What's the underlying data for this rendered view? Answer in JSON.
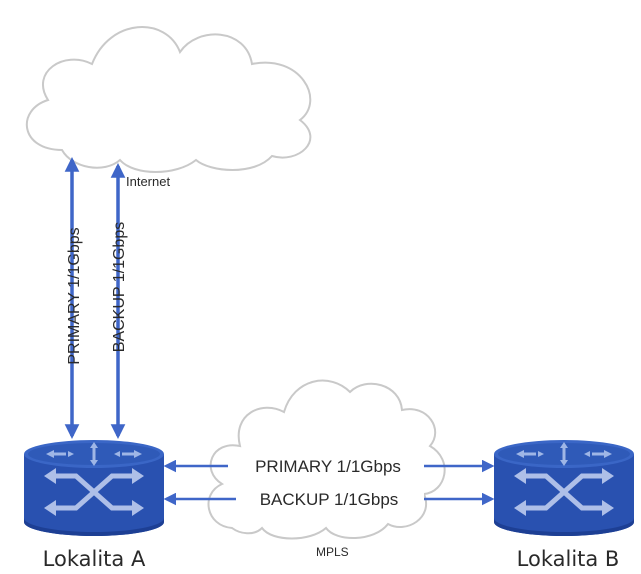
{
  "diagram": {
    "internet_cloud": {
      "label": "Internet"
    },
    "mpls_cloud": {
      "label": "MPLS"
    },
    "uplinks": {
      "primary": {
        "label": "PRIMARY 1/1Gbps"
      },
      "backup": {
        "label": "BACKUP 1/1Gbps"
      }
    },
    "mpls_links": {
      "primary": {
        "label": "PRIMARY 1/1Gbps"
      },
      "backup": {
        "label": "BACKUP 1/1Gbps"
      }
    },
    "routers": [
      {
        "name": "Lokalita A"
      },
      {
        "name": "Lokalita B"
      }
    ],
    "colors": {
      "link": "#3f66c8",
      "router_top": "#2f5ab8",
      "router_body": "#2951b0",
      "router_bottom": "#1d3f94",
      "cloud_stroke": "#c9c9c9",
      "label": "#2a2a2a"
    },
    "icons": [
      "cloud-icon",
      "router-icon",
      "double-arrow-icon"
    ]
  }
}
